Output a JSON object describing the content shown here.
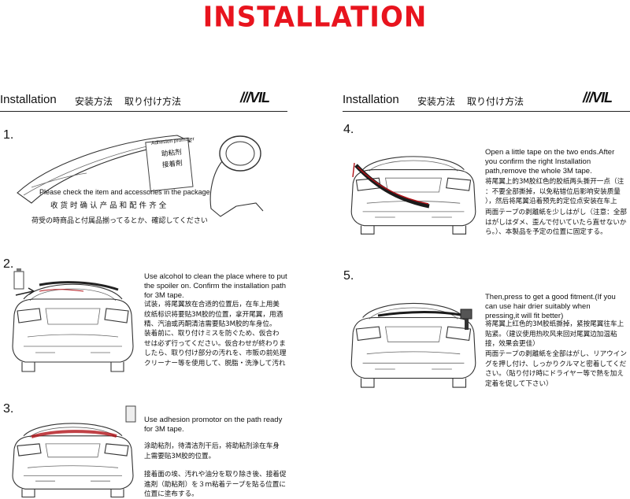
{
  "title": "INSTALLATION",
  "headers": {
    "left": {
      "title": "Installation",
      "cn": "安装方法",
      "jp": "取り付け方法",
      "logo": "///VIL"
    },
    "right": {
      "title": "Installation",
      "cn": "安装方法",
      "jp": "取り付け方法",
      "logo": "///VIL"
    }
  },
  "steps": [
    {
      "number": "1.",
      "en": "Please check  the item and accessories in the package",
      "cn": "收 货 时 确 认 产 品 和 配 件 齐 全",
      "jp": "荷受の時商品と付属品揃ってるとか、確認してください",
      "promoter_label": "Adhesion promoter",
      "promoter_cn1": "助粘剂",
      "promoter_cn2": "接着剤"
    },
    {
      "number": "2.",
      "en": [
        "Use alcohol to clean the place where to put",
        "the spoiler on. Confirm the installation path",
        "for 3M tape."
      ],
      "cn": [
        "试装，将尾翼放在合适的位置后，在车上用美",
        "纹纸标识将要贴3M胶的位置，拿开尾翼，用酒",
        "精、汽油或丙酮清洁需要贴3M胶的车身位。"
      ],
      "jp": [
        "装着前に、取り付けミスを防ぐため、仮合わ",
        "せは必ず行ってください。仮合わせが終わりま",
        "したら、取り付け部分の汚れを、市販の前処理",
        "クリーナー等を使用して、脱脂・洗浄して汚れ"
      ]
    },
    {
      "number": "3.",
      "en": [
        "Use adhesion promotor on the path ready",
        "for 3M tape."
      ],
      "cn": [
        "涂助粘剂，待清洁剂干后，将助粘剂涂在车身",
        "上需要贴3M胶的位置。"
      ],
      "jp": [
        "接着面の埃、汚れや油分を取り除き後、接着促",
        "進剤（助粘剤）を３ｍ粘着テープを貼る位置に",
        "位置に塗布する。"
      ]
    },
    {
      "number": "4.",
      "en": [
        "Open a little tape on the two ends.After",
        "you confirm the right Installation",
        "path,remove the whole 3M tape."
      ],
      "cn": [
        "将尾翼上的3M胶红色的胶纸两头撕开一点（注",
        "：不要全部撕掉，以免粘错位后影响安装质量",
        "），然后将尾翼沿着预先的定位点安装在车上"
      ],
      "jp": [
        "両面テープの剥離紙を少しはがし（注意：全部",
        "はがしはダメ、歪んで付いていたら直せないか",
        "ら。）、本製品を予定の位置に固定する。"
      ]
    },
    {
      "number": "5.",
      "en": [
        "Then,press to get a good fitment.(If you",
        "can use hair drier suitably when",
        "pressing,it will fit better)"
      ],
      "cn": [
        "将尾翼上红色的3M胶纸撕掉，紧按尾翼往车上",
        "贴紧。（建议使用热吹风来回对尾翼边加温粘",
        "接，效果会更佳）"
      ],
      "jp": [
        "両面テープの剥離紙を全部はがし、リアウイン",
        "グを押し付け、しっかりクルマと密着してくだ",
        "さい。（貼り付け時にドライヤー等で熱を加え",
        "定着を促して下さい）"
      ]
    }
  ],
  "colors": {
    "title_red": "#e8141e",
    "tape_red": "#b01218",
    "line": "#333333"
  }
}
